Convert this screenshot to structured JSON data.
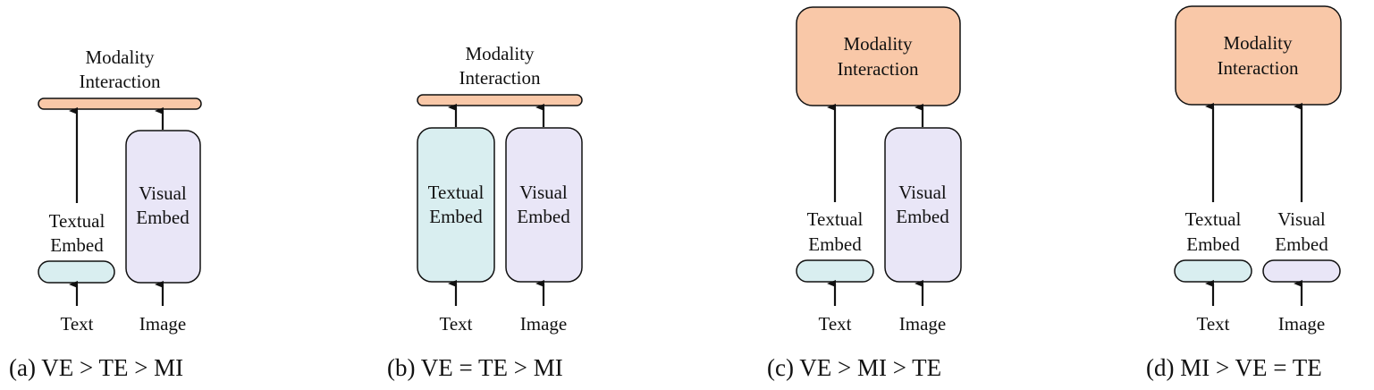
{
  "colors": {
    "modality_interaction": "#f9c8a8",
    "textual_embed": "#d9eef0",
    "visual_embed": "#e9e6f7",
    "stroke": "#111111"
  },
  "panels": [
    {
      "id": "a",
      "mi_label": [
        "Modality",
        "Interaction"
      ],
      "te_label": [
        "Textual",
        "Embed"
      ],
      "ve_label": [
        "Visual",
        "Embed"
      ],
      "text_input": "Text",
      "image_input": "Image",
      "caption": "(a) VE > TE > MI"
    },
    {
      "id": "b",
      "mi_label": [
        "Modality",
        "Interaction"
      ],
      "te_label": [
        "Textual",
        "Embed"
      ],
      "ve_label": [
        "Visual",
        "Embed"
      ],
      "text_input": "Text",
      "image_input": "Image",
      "caption": "(b) VE = TE > MI"
    },
    {
      "id": "c",
      "mi_label": [
        "Modality",
        "Interaction"
      ],
      "te_label": [
        "Textual",
        "Embed"
      ],
      "ve_label": [
        "Visual",
        "Embed"
      ],
      "text_input": "Text",
      "image_input": "Image",
      "caption": "(c) VE > MI > TE"
    },
    {
      "id": "d",
      "mi_label": [
        "Modality",
        "Interaction"
      ],
      "te_label": [
        "Textual",
        "Embed"
      ],
      "ve_label": [
        "Visual",
        "Embed"
      ],
      "text_input": "Text",
      "image_input": "Image",
      "caption": "(d) MI > VE = TE"
    }
  ]
}
